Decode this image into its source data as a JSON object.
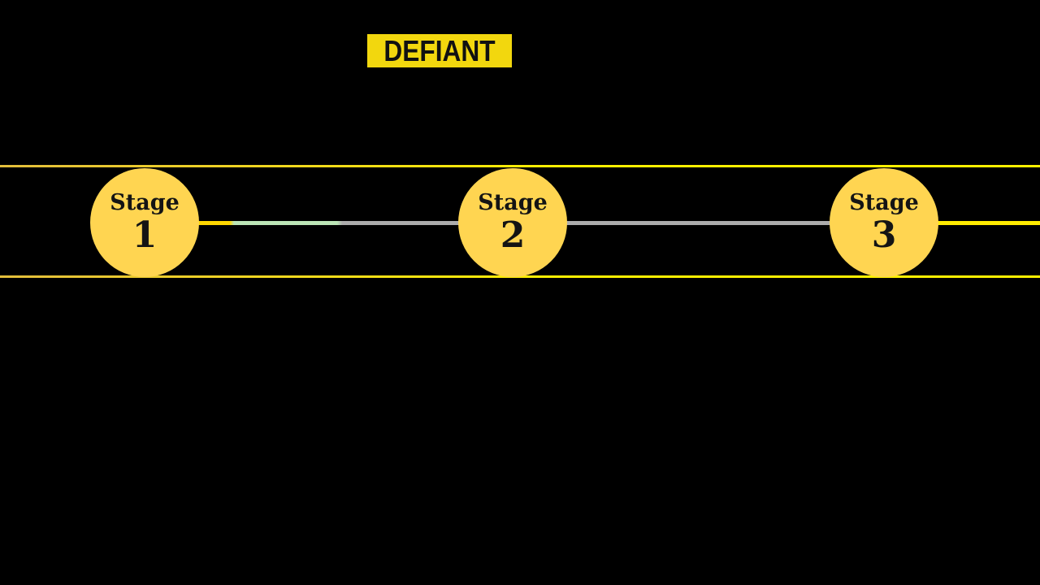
{
  "slide": {
    "background_color": "#000000",
    "logo": {
      "text": "DEFIANT",
      "bg_color": "#F2D70E",
      "text_color": "#111111"
    },
    "rules": {
      "color_left": "#E3BE3C",
      "color_right": "#FFF100"
    },
    "timeline": {
      "stages": [
        {
          "label": "Stage",
          "number": "1"
        },
        {
          "label": "Stage",
          "number": "2"
        },
        {
          "label": "Stage",
          "number": "3"
        }
      ],
      "circle_color": "#FFD551",
      "connector_colors": {
        "gold": "#FFD700",
        "green": "#BCE5B6",
        "gray": "#ACACAC",
        "bright_yellow": "#FFEC00"
      }
    }
  }
}
